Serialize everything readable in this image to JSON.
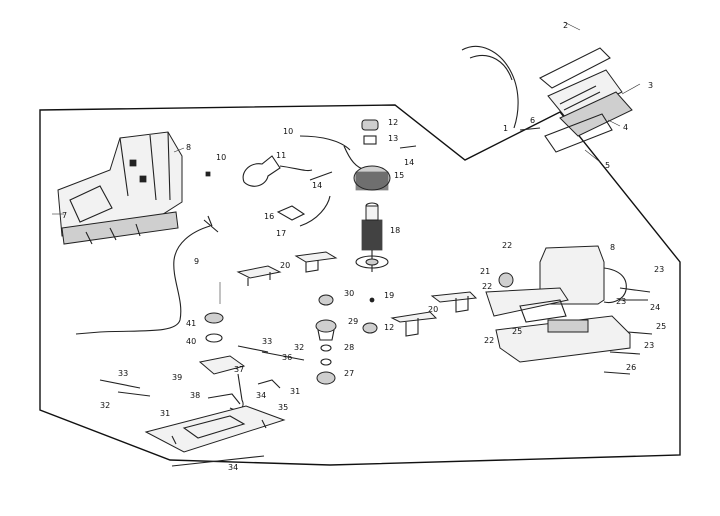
{
  "diagram": {
    "labels": [
      {
        "id": "l1",
        "text": "1"
      },
      {
        "id": "l2",
        "text": "2"
      },
      {
        "id": "l3",
        "text": "3"
      },
      {
        "id": "l4",
        "text": "4"
      },
      {
        "id": "l5",
        "text": "5"
      },
      {
        "id": "l6",
        "text": "6"
      },
      {
        "id": "l7",
        "text": "7"
      },
      {
        "id": "l8a",
        "text": "8"
      },
      {
        "id": "l8b",
        "text": "8"
      },
      {
        "id": "l9",
        "text": "9"
      },
      {
        "id": "l10a",
        "text": "10"
      },
      {
        "id": "l10b",
        "text": "10"
      },
      {
        "id": "l11",
        "text": "11"
      },
      {
        "id": "l12a",
        "text": "12"
      },
      {
        "id": "l12b",
        "text": "12"
      },
      {
        "id": "l13",
        "text": "13"
      },
      {
        "id": "l14a",
        "text": "14"
      },
      {
        "id": "l14b",
        "text": "14"
      },
      {
        "id": "l15",
        "text": "15"
      },
      {
        "id": "l16",
        "text": "16"
      },
      {
        "id": "l17",
        "text": "17"
      },
      {
        "id": "l18",
        "text": "18"
      },
      {
        "id": "l19",
        "text": "19"
      },
      {
        "id": "l20a",
        "text": "20"
      },
      {
        "id": "l20b",
        "text": "20"
      },
      {
        "id": "l21",
        "text": "21"
      },
      {
        "id": "l22a",
        "text": "22"
      },
      {
        "id": "l22b",
        "text": "22"
      },
      {
        "id": "l22c",
        "text": "22"
      },
      {
        "id": "l23a",
        "text": "23"
      },
      {
        "id": "l23b",
        "text": "23"
      },
      {
        "id": "l23c",
        "text": "23"
      },
      {
        "id": "l24",
        "text": "24"
      },
      {
        "id": "l25a",
        "text": "25"
      },
      {
        "id": "l25b",
        "text": "25"
      },
      {
        "id": "l26",
        "text": "26"
      },
      {
        "id": "l27",
        "text": "27"
      },
      {
        "id": "l28",
        "text": "28"
      },
      {
        "id": "l29",
        "text": "29"
      },
      {
        "id": "l30",
        "text": "30"
      },
      {
        "id": "l31a",
        "text": "31"
      },
      {
        "id": "l31b",
        "text": "31"
      },
      {
        "id": "l32a",
        "text": "32"
      },
      {
        "id": "l32b",
        "text": "32"
      },
      {
        "id": "l33a",
        "text": "33"
      },
      {
        "id": "l33b",
        "text": "33"
      },
      {
        "id": "l34a",
        "text": "34"
      },
      {
        "id": "l34b",
        "text": "34"
      },
      {
        "id": "l35",
        "text": "35"
      },
      {
        "id": "l36",
        "text": "36"
      },
      {
        "id": "l37",
        "text": "37"
      },
      {
        "id": "l38",
        "text": "38"
      },
      {
        "id": "l39",
        "text": "39"
      },
      {
        "id": "l40",
        "text": "40"
      },
      {
        "id": "l41",
        "text": "41"
      }
    ]
  }
}
